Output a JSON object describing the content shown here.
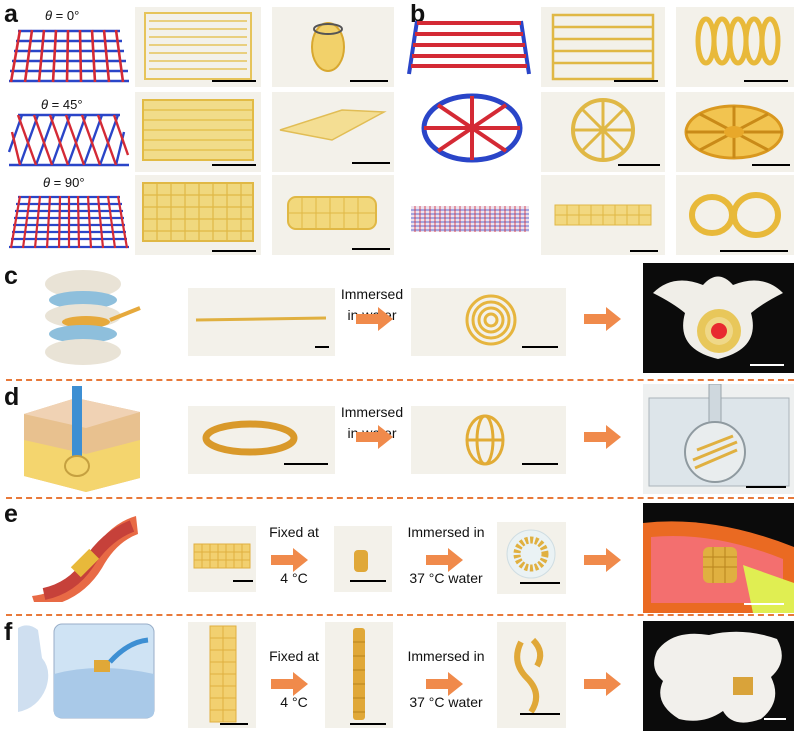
{
  "panels": {
    "a": {
      "label": "a",
      "rows": [
        {
          "theta_symbol": "θ",
          "theta_value": " = 0°"
        },
        {
          "theta_symbol": "θ",
          "theta_value": " = 45°"
        },
        {
          "theta_symbol": "θ",
          "theta_value": " = 90°"
        }
      ]
    },
    "b": {
      "label": "b"
    },
    "c": {
      "label": "c",
      "step1": "Immersed in water"
    },
    "d": {
      "label": "d",
      "step1": "Immersed in water"
    },
    "e": {
      "label": "e",
      "step1_line1": "Fixed at",
      "step1_line2": "4 °C",
      "step2_line1": "Immersed in",
      "step2_line2": "37 °C water"
    },
    "f": {
      "label": "f",
      "step1_line1": "Fixed at",
      "step1_line2": "4 °C",
      "step2_line1": "Immersed in",
      "step2_line2": "37 °C water"
    }
  },
  "colors": {
    "grid_red": "#d42a35",
    "grid_blue": "#2a45c8",
    "arrow_orange": "#f08a4b",
    "divider": "#e8793a",
    "gel_amber": "#e6b84a"
  }
}
